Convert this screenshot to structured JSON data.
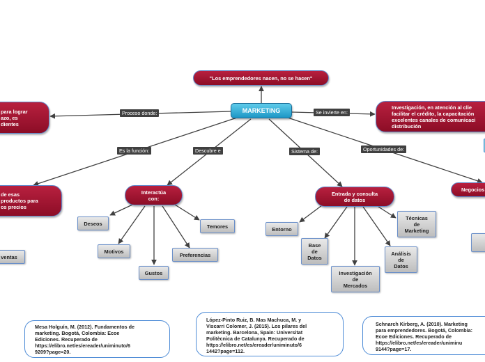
{
  "colors": {
    "node_red": "#a1152f",
    "central_blue": "#2aa6d4",
    "gray_node": "#d0d0d0",
    "edge": "#404040",
    "label_bg": "#404040",
    "outline": "#4d8bd6"
  },
  "central": "MARKETING",
  "top": "\"Los emprendedores nacen, no se hacen\"",
  "left_top": "para lograr\nazo, es\ndientes",
  "right_top": "Investigación, en atención al clie\nfacilitar el crédito, la capacitación\nexcelentes canales de comunicaci\ndistribución",
  "left_mid": "de esas\nproductos para\nos precios",
  "interact": "Interactúa\ncon:",
  "entrada": "Entrada y consulta\nde datos",
  "negocios": "Negocios",
  "labels": {
    "proceso": "Proceso donde:",
    "invierte": "Se invierte en:",
    "funcion": "Es la función:",
    "descubre": "Descubre e",
    "sistema": "Sistema de:",
    "oportunidades": "Oportunidades de:"
  },
  "gray": {
    "deseos": "Deseos",
    "motivos": "Motivos",
    "gustos": "Gustos",
    "preferencias": "Preferencias",
    "temores": "Temores",
    "ventas": "ventas",
    "entorno": "Entorno",
    "base": "Base\nde\nDatos",
    "investigacion": "Investigación\nde\nMercados",
    "analisis": "Análisis\nde\nDatos",
    "tecnicas": "Técnicas\nde\nMarketing"
  },
  "refs": {
    "ref1": "Mesa Holguín, M. (2012). Fundamentos de\nmarketing. Bogotá, Colombia: Ecoe\nEdiciones. Recuperado de\nhttps://elibro.net/es/ereader/uniminuto/6\n9209?page=20.",
    "ref2": "López-Pinto Ruiz, B. Mas Machuca, M. y\nViscarri Colomer, J. (2015). Los pilares del\nmarketing. Barcelona, Spain: Universitat\nPolitècnica de Catalunya. Recuperado de\nhttps://elibro.net/es/ereader/uniminuto/6\n1442?page=112.",
    "ref3": "Schnarch Kirberg, A. (2010). Marketing\npara emprendedores. Bogotá, Colombia:\nEcoe Ediciones. Recuperado de\nhttps://elibro.net/es/ereader/uniminu\n9144?page=17."
  }
}
